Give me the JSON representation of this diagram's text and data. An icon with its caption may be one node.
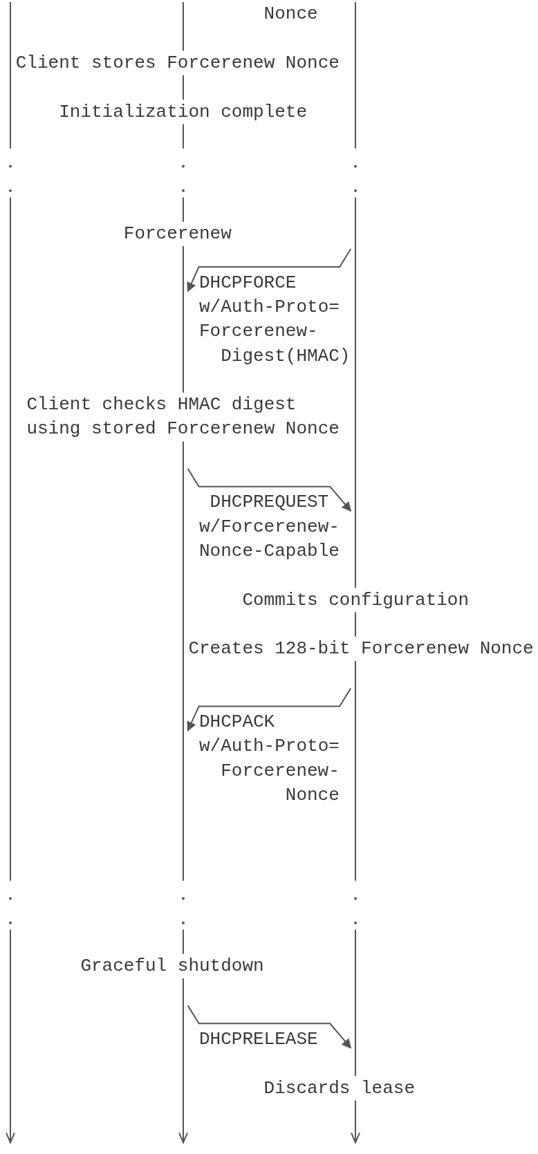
{
  "diagram": {
    "nodes": [
      {
        "text": [],
        "shape": "bar"
      },
      {
        "text": [],
        "shape": "bar"
      },
      {
        "text": [],
        "shape": "bar"
      }
    ],
    "edges": [
      {
        "from": 2,
        "to": 1,
        "arrow": "to",
        "label": "DHCPFORCE w/Auth-Proto= Forcerenew- Digest(HMAC)"
      },
      {
        "from": 1,
        "to": 2,
        "arrow": "to",
        "label": "DHCPREQUEST w/Forcerenew- Nonce-Capable"
      },
      {
        "from": 2,
        "to": 1,
        "arrow": "to",
        "label": "DHCPACK w/Auth-Proto= Forcerenew- Nonce"
      },
      {
        "from": 1,
        "to": 2,
        "arrow": "to",
        "label": "DHCPRELEASE"
      }
    ],
    "labels": [
      "Nonce",
      "Client stores Forcerenew Nonce",
      "Initialization complete",
      "Forcerenew",
      "Client checks HMAC digest using stored Forcerenew Nonce",
      "Commits configuration",
      "Creates 128-bit Forcerenew Nonce",
      "Graceful shutdown",
      "Discards lease"
    ]
  }
}
